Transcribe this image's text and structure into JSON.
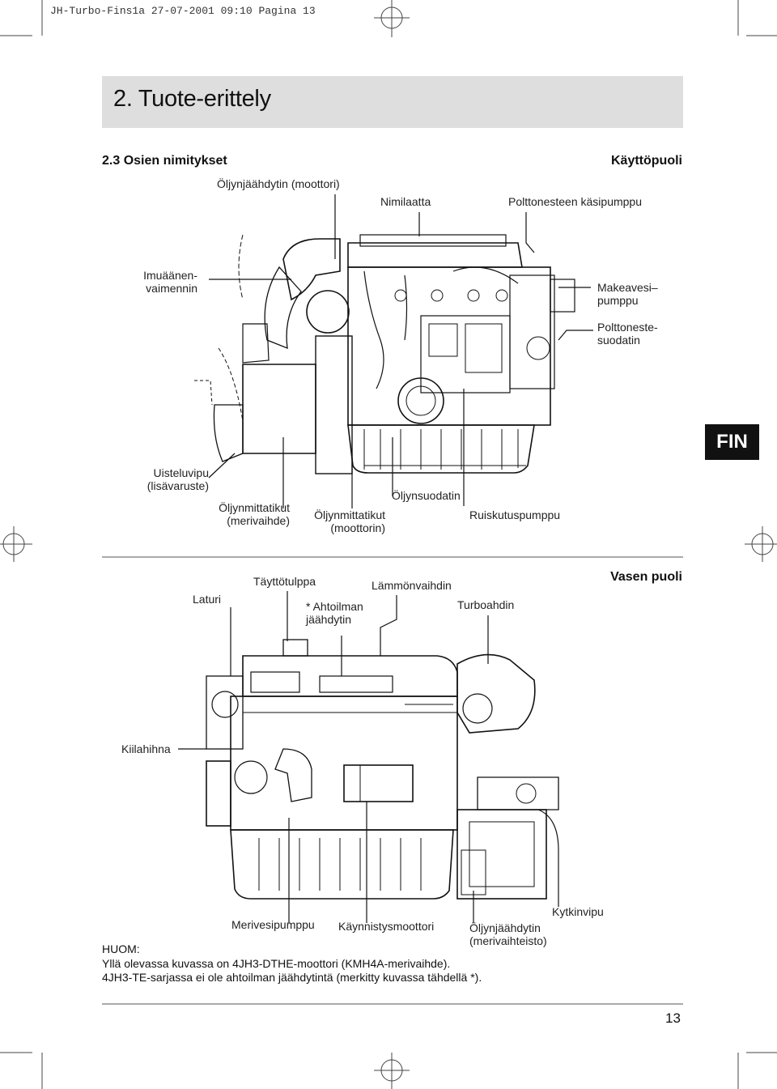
{
  "print_header": "JH-Turbo-Fins1a 27-07-2001 09:10 Pagina 13",
  "chapter": {
    "title": "2. Tuote-erittely"
  },
  "section": {
    "title": "2.3  Osien nimitykset",
    "side_top": "Käyttöpuoli",
    "side_bottom": "Vasen puoli"
  },
  "language_tab": "FIN",
  "top_labels": {
    "oljynjaahdytin_moottori": "Öljynjäähdytin (moottori)",
    "nimilaatta": "Nimilaatta",
    "kasipumppu": "Polttonesteen käsipumppu",
    "imuaanenvaimennin": [
      "Imuäänen-",
      "vaimennin"
    ],
    "makeavesipumppu": [
      "Makeavesi–",
      "pumppu"
    ],
    "polttonestesuodatin": [
      "Polttoneste-",
      "suodatin"
    ],
    "uisteluvipu": [
      "Uisteluvipu",
      "(lisävaruste)"
    ],
    "oljynmittatikut_meri": [
      "Öljynmittatikut",
      "(merivaihde)"
    ],
    "oljynmittatikut_moottori": [
      "Öljynmittatikut",
      "(moottorin)"
    ],
    "oljynsuodatin": "Öljynsuodatin",
    "ruiskutuspumppu": "Ruiskutuspumppu"
  },
  "bottom_labels": {
    "laturi": "Laturi",
    "tayttotulppa": "Täyttötulppa",
    "ahtoilman": [
      "* Ahtoilman",
      "jäähdytin"
    ],
    "lammonvaihdin": "Lämmönvaihdin",
    "turboahdin": "Turboahdin",
    "kiilahihna": "Kiilahihna",
    "kytkinvipu": "Kytkinvipu",
    "merivesipumppu": "Merivesipumppu",
    "kaynnistysmoottori": "Käynnistysmoottori",
    "oljynjaahdytin_meri": [
      "Öljynjäähdytin",
      "(merivaihteisto)"
    ]
  },
  "note": {
    "heading": "HUOM:",
    "line1": "Yllä olevassa kuvassa on 4JH3-DTHE-moottori (KMH4A-merivaihde).",
    "line2": "4JH3-TE-sarjassa ei ole ahtoilman jäähdytintä (merkitty kuvassa tähdellä *)."
  },
  "page_number": "13"
}
